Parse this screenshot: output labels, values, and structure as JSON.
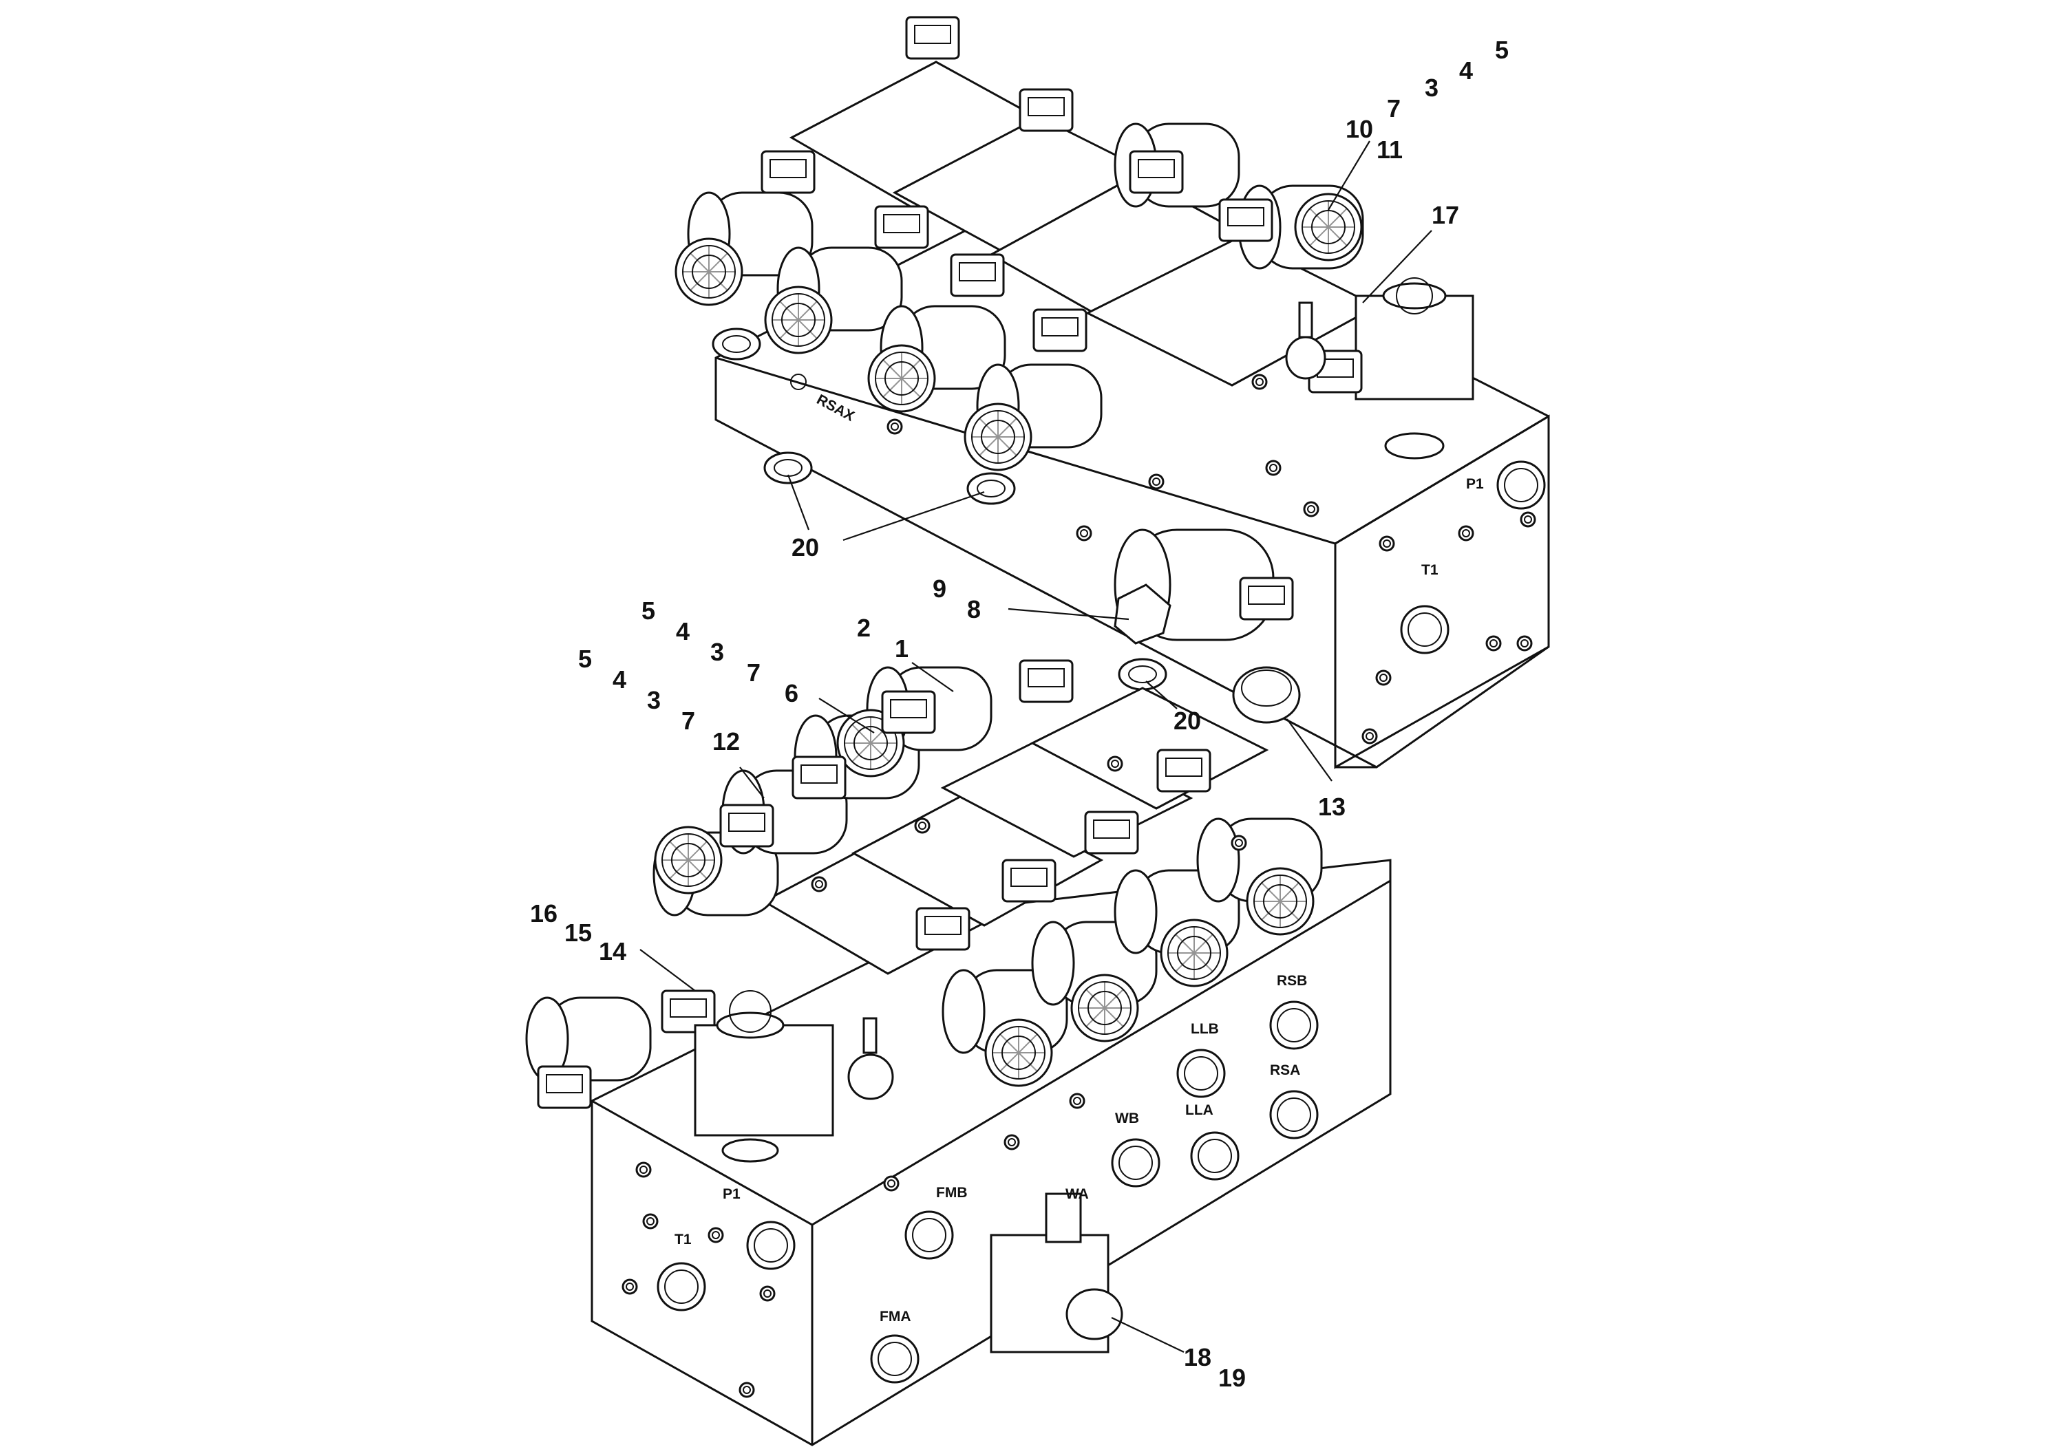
{
  "callouts": {
    "top_5": "5",
    "top_4": "4",
    "top_3": "3",
    "top_7": "7",
    "top_10": "10",
    "top_11": "11",
    "top_17": "17",
    "top_20a": "20",
    "top_9": "9",
    "top_8": "8",
    "top_20b": "20",
    "top_13": "13",
    "mid_5a": "5",
    "mid_4a": "4",
    "mid_3a": "3",
    "mid_2": "2",
    "mid_1": "1",
    "mid_5b": "5",
    "mid_4b": "4",
    "mid_3b": "3",
    "mid_7a": "7",
    "mid_6": "6",
    "mid_7b": "7",
    "mid_12": "12",
    "bot_16": "16",
    "bot_15": "15",
    "bot_14": "14",
    "bot_18": "18",
    "bot_19": "19"
  },
  "ports_upper": {
    "rsax": "RSAX",
    "p1": "P1",
    "t1": "T1"
  },
  "ports_lower": {
    "p1": "P1",
    "t1": "T1",
    "fmb": "FMB",
    "fma": "FMA",
    "wa": "WA",
    "wb": "WB",
    "lla": "LLA",
    "llb": "LLB",
    "rsa": "RSA",
    "rsb": "RSB"
  }
}
